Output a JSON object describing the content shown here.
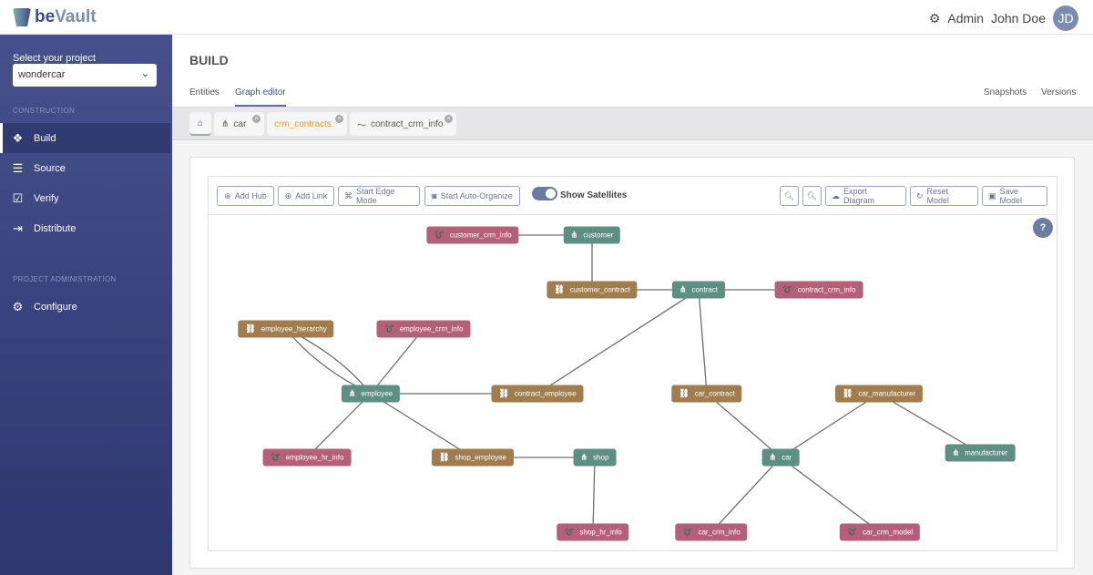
{
  "app": {
    "brand_prefix": "be",
    "brand_suffix": "Vault",
    "admin_label": "Admin",
    "user_name": "John Doe",
    "user_initials": "JD"
  },
  "sidebar": {
    "project_label": "Select your project",
    "project_value": "wondercar",
    "section_construction": "CONSTRUCTION",
    "section_admin": "PROJECT ADMINISTRATION",
    "items": [
      {
        "label": "Build",
        "icon": "cubes-icon",
        "active": true
      },
      {
        "label": "Source",
        "icon": "database-icon"
      },
      {
        "label": "Verify",
        "icon": "check-square-icon"
      },
      {
        "label": "Distribute",
        "icon": "export-icon"
      },
      {
        "label": "Configure",
        "icon": "gear-icon"
      }
    ]
  },
  "header": {
    "title": "BUILD",
    "tabs": [
      "Entities",
      "Graph editor"
    ],
    "active_tab": "Graph editor",
    "right_tabs": [
      "Snapshots",
      "Versions"
    ]
  },
  "editor_tabs": [
    {
      "label": "car",
      "icon": "hub-icon"
    },
    {
      "label": "crm_contracts",
      "active": true
    },
    {
      "label": "contract_crm_info",
      "icon": "rss-icon"
    }
  ],
  "toolbar": {
    "add_hub": "Add Hub",
    "add_link": "Add Link",
    "edge_mode": "Start Edge Mode",
    "auto_organize": "Start Auto-Organize",
    "show_satellites": "Show Satellites",
    "show_satellites_on": true,
    "export": "Export Diagram",
    "reset": "Reset Model",
    "save": "Save Model",
    "help": "?"
  },
  "colors": {
    "hub": "#5e8f82",
    "link": "#a07d4f",
    "satellite": "#b5607a",
    "accent": "#3f4a86"
  },
  "graph": {
    "nodes": [
      {
        "id": "customer_crm_info",
        "type": "satellite"
      },
      {
        "id": "customer",
        "type": "hub"
      },
      {
        "id": "customer_contract",
        "type": "link"
      },
      {
        "id": "contract",
        "type": "hub"
      },
      {
        "id": "contract_crm_info",
        "type": "satellite"
      },
      {
        "id": "employee_hierarchy",
        "type": "link"
      },
      {
        "id": "employee_crm_info",
        "type": "satellite"
      },
      {
        "id": "employee",
        "type": "hub"
      },
      {
        "id": "contract_employee",
        "type": "link"
      },
      {
        "id": "car_contract",
        "type": "link"
      },
      {
        "id": "car_manufacturer",
        "type": "link"
      },
      {
        "id": "employee_hr_info",
        "type": "satellite"
      },
      {
        "id": "shop_employee",
        "type": "link"
      },
      {
        "id": "shop",
        "type": "hub"
      },
      {
        "id": "car",
        "type": "hub"
      },
      {
        "id": "manufacturer",
        "type": "hub"
      },
      {
        "id": "shop_hr_info",
        "type": "satellite"
      },
      {
        "id": "car_crm_info",
        "type": "satellite"
      },
      {
        "id": "car_crm_model",
        "type": "satellite"
      }
    ],
    "edges": [
      [
        "customer_crm_info",
        "customer"
      ],
      [
        "customer",
        "customer_contract"
      ],
      [
        "customer_contract",
        "contract"
      ],
      [
        "contract",
        "contract_crm_info"
      ],
      [
        "contract",
        "contract_employee"
      ],
      [
        "contract",
        "car_contract"
      ],
      [
        "employee_hierarchy",
        "employee"
      ],
      [
        "employee_hierarchy",
        "employee"
      ],
      [
        "employee_crm_info",
        "employee"
      ],
      [
        "employee",
        "contract_employee"
      ],
      [
        "employee",
        "employee_hr_info"
      ],
      [
        "employee",
        "shop_employee"
      ],
      [
        "shop_employee",
        "shop"
      ],
      [
        "shop",
        "shop_hr_info"
      ],
      [
        "car_contract",
        "car"
      ],
      [
        "car_manufacturer",
        "car"
      ],
      [
        "car_manufacturer",
        "manufacturer"
      ],
      [
        "car",
        "car_crm_info"
      ],
      [
        "car",
        "car_crm_model"
      ]
    ]
  }
}
